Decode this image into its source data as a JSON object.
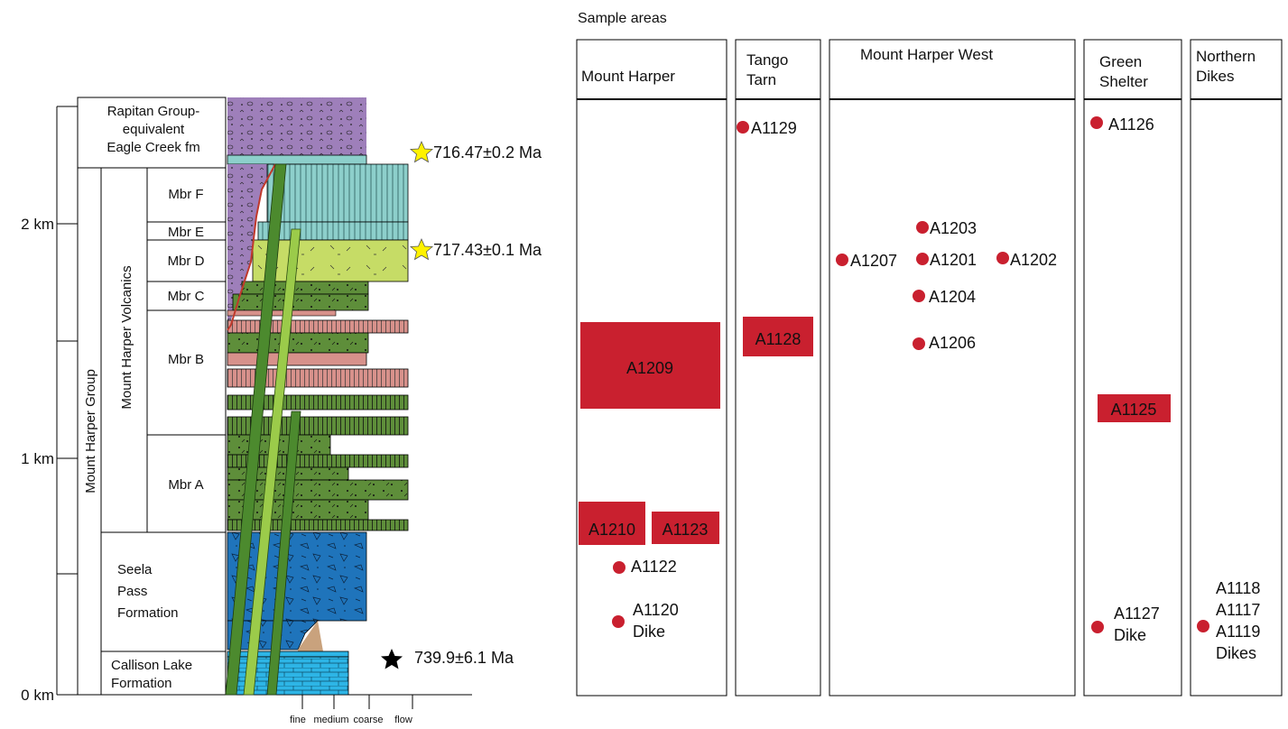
{
  "strat_column": {
    "scale": {
      "labels": [
        "2 km",
        "1 km",
        "0 km"
      ]
    },
    "units": {
      "rapitan": "Rapitan Group-\nequivalent\nEagle Creek fm",
      "group": "Mount Harper Group",
      "volcanics": "Mount Harper Volcanics",
      "members": [
        "Mbr F",
        "Mbr E",
        "Mbr D",
        "Mbr C",
        "Mbr B",
        "Mbr A"
      ],
      "seela": "Seela\nPass\nFormation",
      "callison": "Callison Lake\nFormation"
    },
    "grain_axis": [
      "fine",
      "medium",
      "coarse",
      "flow"
    ],
    "ages": [
      {
        "label": "716.47±0.2 Ma",
        "symbol": "yellow-star"
      },
      {
        "label": "717.43±0.1 Ma",
        "symbol": "yellow-star"
      },
      {
        "label": "739.9±6.1 Ma",
        "symbol": "black-star"
      }
    ],
    "colors": {
      "purple": "#9E7FBA",
      "teal": "#8DCFCB",
      "lime": "#C6DC66",
      "green": "#5E8E3A",
      "pink": "#D7918B",
      "blue": "#1F74BB",
      "cyan": "#2DB5E6",
      "tan": "#C9A27D",
      "dike_dark": "#4C8A2E",
      "dike_light": "#9BCB4A",
      "red_line": "#C0392B"
    }
  },
  "sample_panel": {
    "title": "Sample areas",
    "sample_color": "#C9202F",
    "columns": [
      {
        "name": "Mount Harper"
      },
      {
        "name": "Tango\nTarn"
      },
      {
        "name": "Mount  Harper West"
      },
      {
        "name": "Green\nShelter"
      },
      {
        "name": "Northern\nDikes"
      }
    ],
    "samples": {
      "mount_harper": [
        "A1209",
        "A1210",
        "A1123",
        "A1122",
        "A1120\nDike"
      ],
      "tango_tarn": [
        "A1129",
        "A1128"
      ],
      "mount_harper_west": [
        "A1203",
        "A1207",
        "A1201",
        "A1202",
        "A1204",
        "A1206"
      ],
      "green_shelter": [
        "A1126",
        "A1125",
        "A1127\nDike"
      ],
      "northern_dikes": [
        "A1118\nA1117\nA1119\nDikes"
      ]
    }
  }
}
